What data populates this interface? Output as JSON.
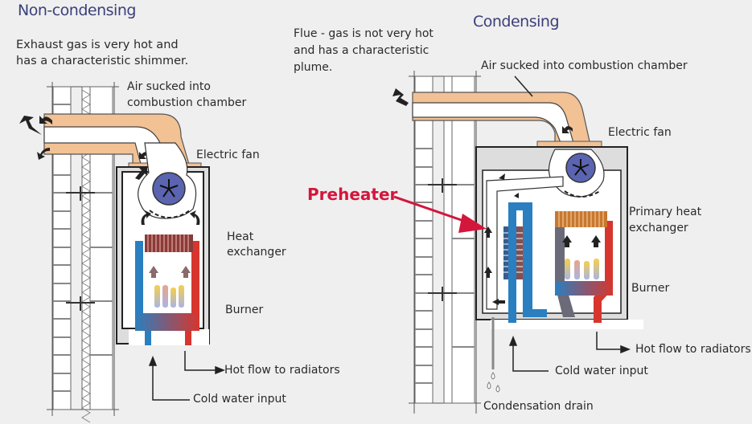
{
  "left_panel": {
    "title": "Non-condensing",
    "description_line1": "Exhaust gas is very hot and",
    "description_line2": "has a characteristic shimmer.",
    "labels": {
      "air_intake_line1": "Air sucked into",
      "air_intake_line2": "combustion chamber",
      "electric_fan": "Electric fan",
      "heat_exchanger_line1": "Heat",
      "heat_exchanger_line2": "exchanger",
      "burner": "Burner",
      "hot_flow": "Hot flow to radiators",
      "cold_water": "Cold water input"
    }
  },
  "right_panel": {
    "title": "Condensing",
    "description_line1": "Flue - gas is not very hot",
    "description_line2": "and has a characteristic",
    "description_line3": "plume.",
    "labels": {
      "air_intake": "Air sucked into combustion chamber",
      "electric_fan": "Electric fan",
      "preheater": "Preheater",
      "primary_hx_line1": "Primary heat",
      "primary_hx_line2": "exchanger",
      "burner": "Burner",
      "hot_flow": "Hot flow to radiators",
      "cold_water": "Cold water input",
      "condensation_drain": "Condensation drain"
    }
  },
  "colors": {
    "title": "#3b3f7a",
    "highlight": "#d3163c",
    "flue_pipe": "#f2c194",
    "cold_pipe": "#2a7fc0",
    "hot_pipe": "#d6362e",
    "fan": "#5a64b0",
    "heat_exchanger": "#8b3a3a"
  }
}
